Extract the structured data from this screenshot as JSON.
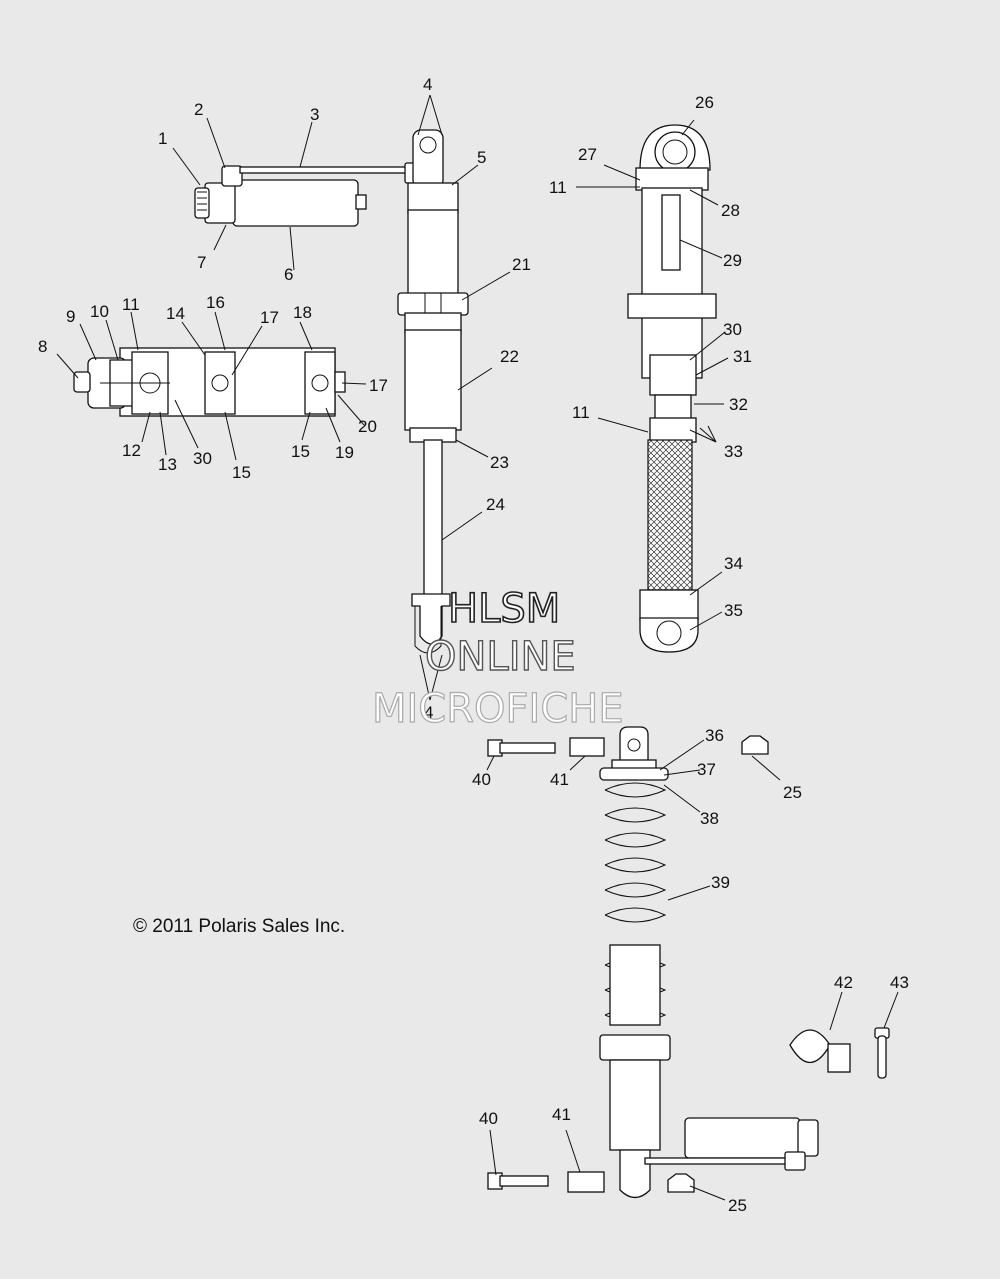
{
  "copyright": "© 2011 Polaris Sales Inc.",
  "watermark": {
    "line1": "HLSM",
    "line2": "ONLINE",
    "line3": "MICROFICHE"
  },
  "callouts": {
    "c1": "1",
    "c2": "2",
    "c3": "3",
    "c4a": "4",
    "c4b": "4",
    "c5": "5",
    "c6": "6",
    "c7": "7",
    "c8": "8",
    "c9": "9",
    "c10": "10",
    "c11a": "11",
    "c11b": "11",
    "c11c": "11",
    "c12": "12",
    "c13": "13",
    "c14": "14",
    "c15a": "15",
    "c15b": "15",
    "c16": "16",
    "c17a": "17",
    "c17b": "17",
    "c18": "18",
    "c19": "19",
    "c20": "20",
    "c21": "21",
    "c22": "22",
    "c23": "23",
    "c24": "24",
    "c25a": "25",
    "c25b": "25",
    "c26": "26",
    "c27": "27",
    "c28": "28",
    "c29": "29",
    "c30a": "30",
    "c30b": "30",
    "c31": "31",
    "c32": "32",
    "c33": "33",
    "c34": "34",
    "c35": "35",
    "c36": "36",
    "c37": "37",
    "c38": "38",
    "c39": "39",
    "c40a": "40",
    "c40b": "40",
    "c41a": "41",
    "c41b": "41",
    "c42": "42",
    "c43": "43"
  }
}
